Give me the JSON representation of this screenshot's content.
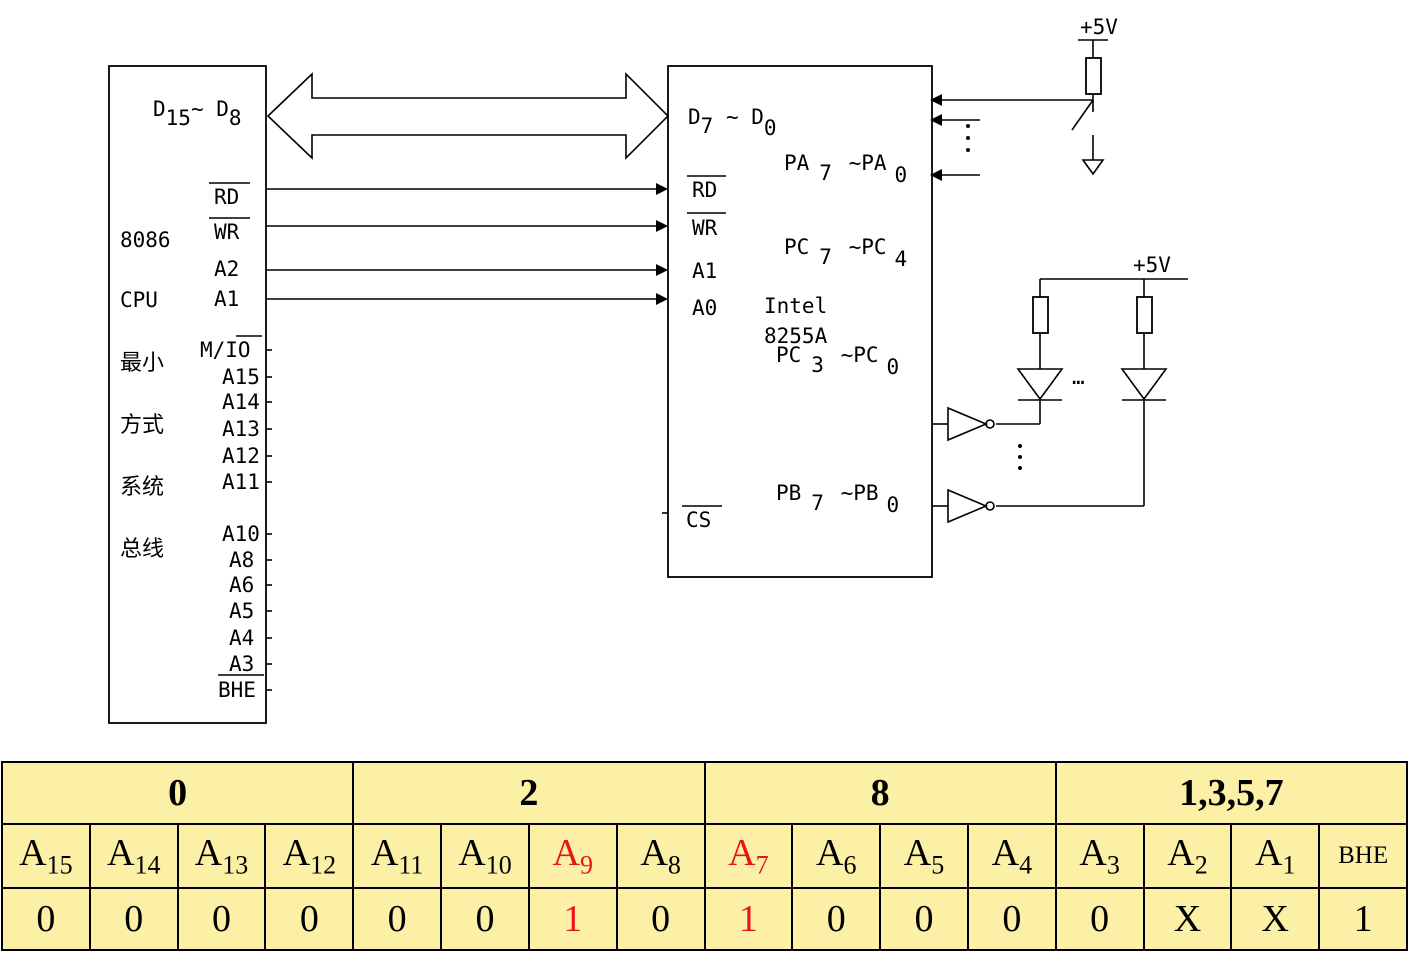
{
  "cpu": {
    "bus_label": "D15~ D8",
    "bus_main": "D",
    "bus_sub1": "15",
    "bus_tilde": "~ D",
    "bus_sub2": "8",
    "pins": [
      "RD",
      "WR",
      "A2",
      "A1"
    ],
    "desc": [
      "8086",
      "CPU",
      "最小",
      "方式",
      "系统",
      "总线"
    ],
    "addr_pins": [
      "M/IO",
      "A15",
      "A14",
      "A13",
      "A12",
      "A11",
      "A10",
      "A8",
      "A6",
      "A5",
      "A4",
      "A3",
      "BHE"
    ]
  },
  "ppi": {
    "d_main": "D",
    "d_sub1": "7",
    "d_tilde": " ~ D",
    "d_sub2": "0",
    "pins": [
      "RD",
      "WR",
      "A1",
      "A0",
      "CS"
    ],
    "name1": "Intel",
    "name2": "8255A",
    "pa_main": "PA",
    "pa_sub1": "7",
    "pa_tilde": " ~PA",
    "pa_sub2": "0",
    "pch_main": "PC",
    "pch_sub1": "7",
    "pch_tilde": " ~PC",
    "pch_sub2": "4",
    "pcl_main": "PC",
    "pcl_sub1": "3",
    "pcl_tilde": " ~PC",
    "pcl_sub2": "0",
    "pb_main": "PB",
    "pb_sub1": "7",
    "pb_tilde": " ~PB",
    "pb_sub2": "0"
  },
  "supply": [
    "+5V",
    "+5V"
  ],
  "ellipsis": "…",
  "address_table": {
    "groups": [
      "0",
      "2",
      "8",
      "1,3,5,7"
    ],
    "signals": [
      {
        "base": "A",
        "sub": "15"
      },
      {
        "base": "A",
        "sub": "14"
      },
      {
        "base": "A",
        "sub": "13"
      },
      {
        "base": "A",
        "sub": "12"
      },
      {
        "base": "A",
        "sub": "11"
      },
      {
        "base": "A",
        "sub": "10"
      },
      {
        "base": "A",
        "sub": "9",
        "highlight": true
      },
      {
        "base": "A",
        "sub": "8"
      },
      {
        "base": "A",
        "sub": "7",
        "highlight": true
      },
      {
        "base": "A",
        "sub": "6"
      },
      {
        "base": "A",
        "sub": "5"
      },
      {
        "base": "A",
        "sub": "4"
      },
      {
        "base": "A",
        "sub": "3"
      },
      {
        "base": "A",
        "sub": "2"
      },
      {
        "base": "A",
        "sub": "1"
      },
      {
        "base": "BHE",
        "sub": ""
      }
    ],
    "values": [
      "0",
      "0",
      "0",
      "0",
      "0",
      "0",
      "1",
      "0",
      "1",
      "0",
      "0",
      "0",
      "0",
      "X",
      "X",
      "1"
    ],
    "highlight_color": "#e8141a",
    "header_bg": "#fbf0a6"
  }
}
